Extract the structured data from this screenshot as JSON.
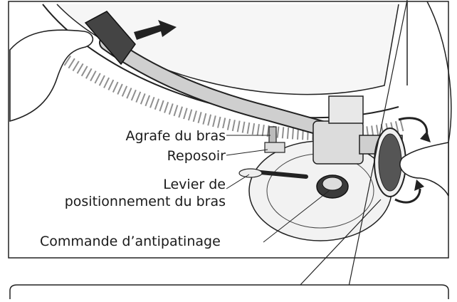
{
  "labels": {
    "arm_clamp": "Agrafe du bras",
    "arm_rest": "Reposoir",
    "cue_lever_line1": "Levier de",
    "cue_lever_line2": "positionnement du bras",
    "anti_skating": "Commande d’antipatinage"
  }
}
